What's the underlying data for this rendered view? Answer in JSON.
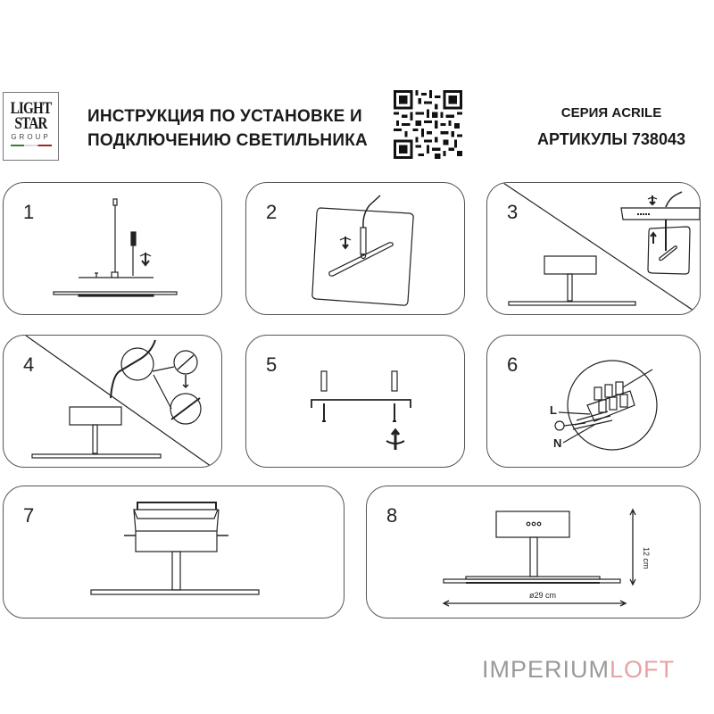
{
  "header": {
    "logo": {
      "line1": "LIGHT",
      "line2": "STAR",
      "line3": "GROUP"
    },
    "title_line1": "ИНСТРУКЦИЯ ПО УСТАНОВКЕ И",
    "title_line2": "ПОДКЛЮЧЕНИЮ СВЕТИЛЬНИКА",
    "series": "СЕРИЯ ACRILE",
    "article": "АРТИКУЛЫ 738043"
  },
  "steps": [
    {
      "number": "1"
    },
    {
      "number": "2"
    },
    {
      "number": "3"
    },
    {
      "number": "4"
    },
    {
      "number": "5"
    },
    {
      "number": "6",
      "labels": {
        "live": "L",
        "neutral": "N",
        "ground": "⏚"
      }
    },
    {
      "number": "7"
    },
    {
      "number": "8",
      "dimensions": {
        "height": "12 cm",
        "diameter": "ø29 cm"
      }
    }
  ],
  "watermark": {
    "part1": "IMPERIUM",
    "part2": "LOFT"
  }
}
